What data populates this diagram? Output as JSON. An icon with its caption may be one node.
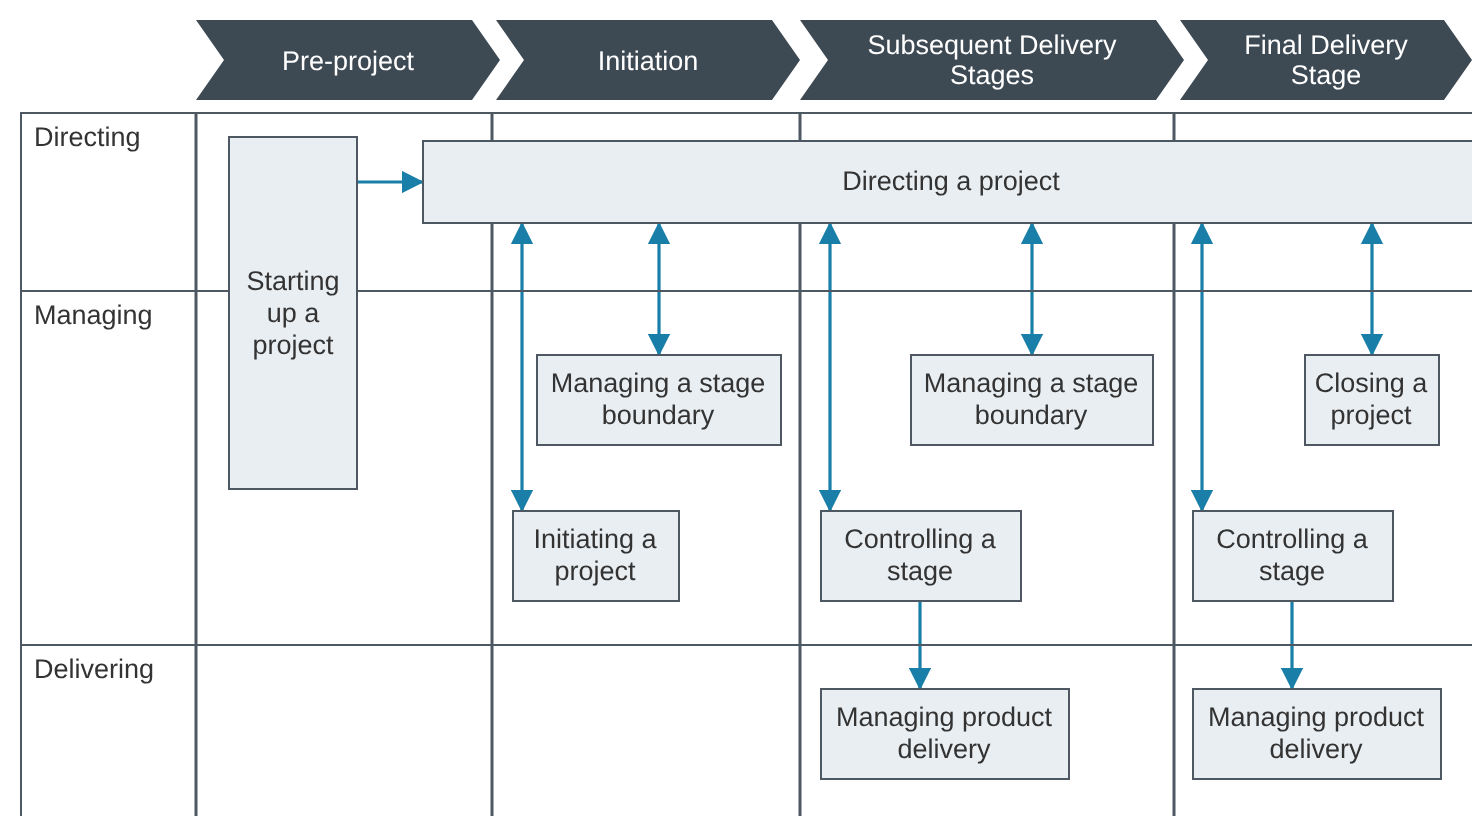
{
  "diagram": {
    "nodes": [
      {
        "text": [
          "Pre-project"
        ]
      },
      {
        "text": [
          "Initiation"
        ]
      },
      {
        "text": [
          "Subsequent Delivery Stages"
        ]
      },
      {
        "text": [
          "Final Delivery Stage"
        ]
      },
      {
        "text": [
          "Directing"
        ]
      },
      {
        "text": [
          "Managing"
        ]
      },
      {
        "text": [
          "Delivering"
        ]
      },
      {
        "text": [
          "Starting up a project"
        ]
      },
      {
        "text": [
          "Directing a project"
        ],
        "in": 4
      },
      {
        "text": [
          "Managing a stage boundary"
        ],
        "in": 5
      },
      {
        "text": [
          "Initiating a project"
        ],
        "in": 5
      },
      {
        "text": [
          "Managing a stage boundary"
        ],
        "in": 5
      },
      {
        "text": [
          "Controlling a stage"
        ],
        "in": 5
      },
      {
        "text": [
          "Managing product delivery"
        ],
        "in": 6
      },
      {
        "text": [
          "Closing a project"
        ],
        "in": 5
      },
      {
        "text": [
          "Controlling a stage"
        ],
        "in": 5
      },
      {
        "text": [
          "Managing product delivery"
        ],
        "in": 6
      }
    ],
    "edges": [
      {
        "from": 7,
        "to": 8,
        "arrow": "to"
      },
      {
        "from": 8,
        "to": 10,
        "arrow": "both"
      },
      {
        "from": 8,
        "to": 9,
        "arrow": "both"
      },
      {
        "from": 8,
        "to": 12,
        "arrow": "both"
      },
      {
        "from": 8,
        "to": 11,
        "arrow": "both"
      },
      {
        "from": 8,
        "to": 15,
        "arrow": "both"
      },
      {
        "from": 8,
        "to": 14,
        "arrow": "both"
      },
      {
        "from": 12,
        "to": 13,
        "arrow": "to"
      },
      {
        "from": 15,
        "to": 16,
        "arrow": "to"
      }
    ]
  }
}
